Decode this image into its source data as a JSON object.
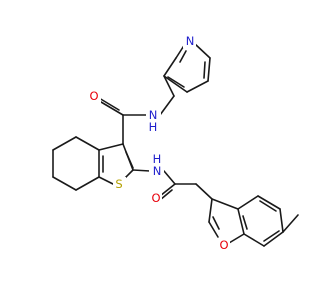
{
  "molecule": {
    "atom_labels": {
      "amide_o_top": "O",
      "amide_nh_top": "N",
      "amide_h_top": "H",
      "pyridine_n": "N",
      "thiophene_s": "S",
      "amide_nh_bottom": "N",
      "amide_h_bottom": "H",
      "amide_o_bottom": "O",
      "furan_o": "O"
    }
  },
  "colors": {
    "bond": "#1a1a1a",
    "oxygen": "#e8000b",
    "nitrogen": "#1f1fcc",
    "sulfur": "#b3a000",
    "background": "#ffffff"
  }
}
